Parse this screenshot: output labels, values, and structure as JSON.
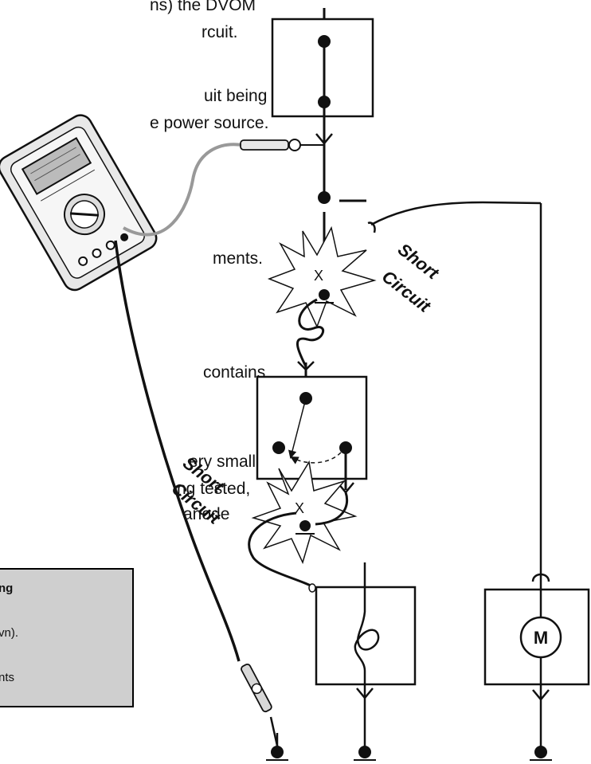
{
  "text": {
    "line1": "ns) the DVOM",
    "line2": "rcuit.",
    "line3": "uit being",
    "line4": "e power source.",
    "line5": "ments.",
    "line6": "contains",
    "line7": "ery small",
    "line8": "ng tested,",
    "line9": "anode"
  },
  "note": {
    "line1": "ng",
    "line2": "vn).",
    "line3": "nts"
  },
  "diagram": {
    "short_circuit_upper": [
      "Short",
      "Circuit"
    ],
    "short_circuit_lower": [
      "Short",
      "Circuit"
    ],
    "motor_letter": "M"
  }
}
